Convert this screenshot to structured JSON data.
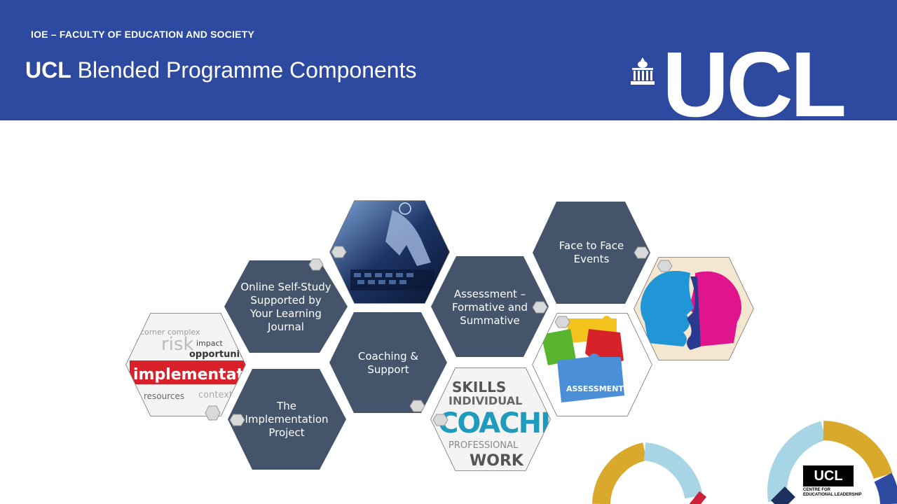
{
  "header": {
    "faculty": "IOE – FACULTY OF EDUCATION AND SOCIETY",
    "title_bold": "UCL",
    "title_rest": " Blended Programme Components",
    "logo": "UCL"
  },
  "hexagons": [
    {
      "id": "online",
      "lines": [
        "Online Self-Study",
        "Supported by",
        "Your Learning",
        "Journal"
      ]
    },
    {
      "id": "project",
      "lines": [
        "The",
        "Implementation",
        "Project"
      ]
    },
    {
      "id": "coaching",
      "lines": [
        "Coaching &",
        "Support"
      ]
    },
    {
      "id": "assessment",
      "lines": [
        "Assessment –",
        "Formative and",
        "Summative"
      ]
    },
    {
      "id": "face",
      "lines": [
        "Face to Face",
        "Events"
      ]
    }
  ],
  "images": {
    "implementation_word": "implementatio",
    "coaching_word": "COACHING",
    "assessment_word": "ASSESSMENT"
  },
  "footer": {
    "logo": "UCL",
    "centre_line1": "CENTRE FOR",
    "centre_line2": "EDUCATIONAL LEADERSHIP"
  },
  "colors": {
    "header_bg": "#2d4aa0",
    "hex_fill": "#44546a",
    "ring_yellow": "#d9a92c",
    "ring_blue": "#a8d5e6",
    "ring_red": "#d0213a",
    "ring_navy": "#2d4aa0"
  }
}
